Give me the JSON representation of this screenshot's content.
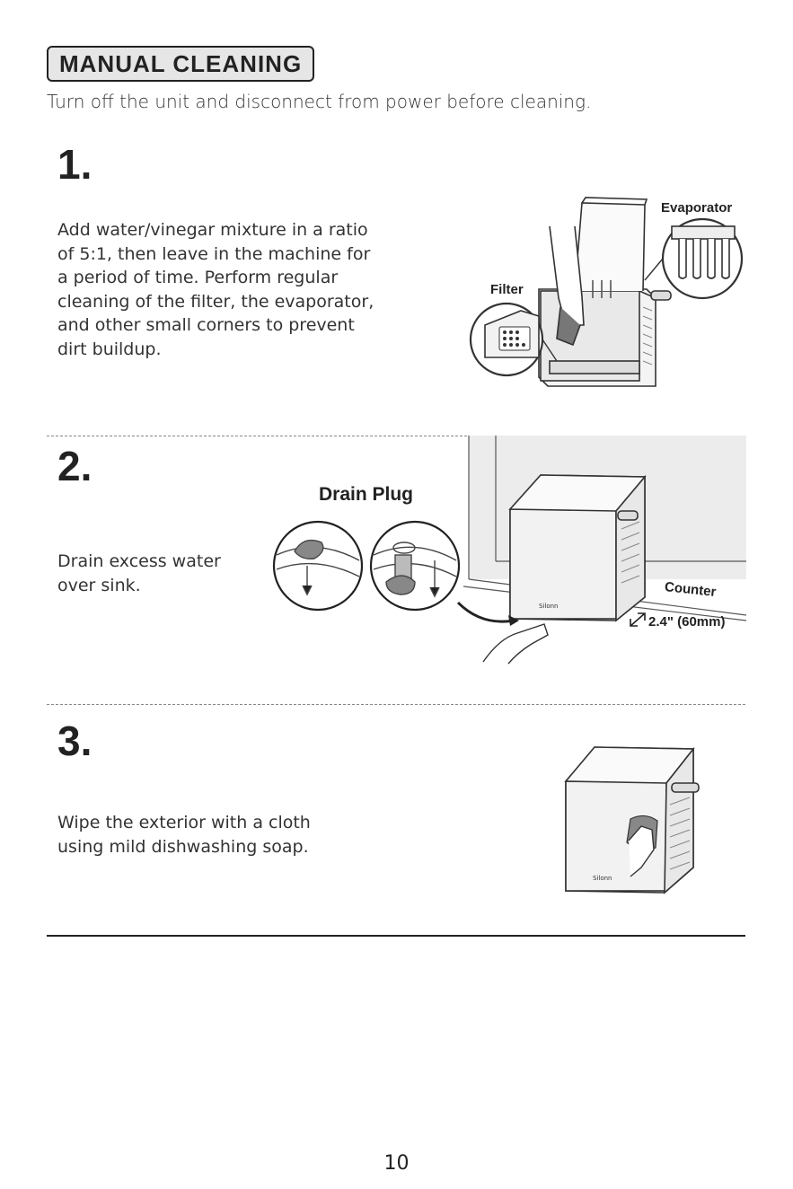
{
  "section_title": "MANUAL CLEANING",
  "intro": "Turn off the unit and disconnect from power before cleaning.",
  "steps": [
    {
      "number": "1.",
      "lines": [
        "Add water/vinegar mixture in a ratio",
        "of 5:1, then leave in the machine for",
        "a period of time. Perform regular",
        "cleaning of the filter, the evaporator,",
        "and other small corners to prevent",
        "dirt buildup."
      ],
      "labels": {
        "evaporator": "Evaporator",
        "filter": "Filter"
      }
    },
    {
      "number": "2.",
      "lines": [
        "Drain excess water",
        "over sink."
      ],
      "labels": {
        "drain_plug": "Drain Plug",
        "counter": "Counter",
        "clearance": "2.4\" (60mm)",
        "brand": "Silonn"
      }
    },
    {
      "number": "3.",
      "lines": [
        "Wipe the exterior with a cloth",
        "using mild dishwashing soap."
      ],
      "labels": {
        "brand": "Silonn"
      }
    }
  ],
  "page_number": "10"
}
